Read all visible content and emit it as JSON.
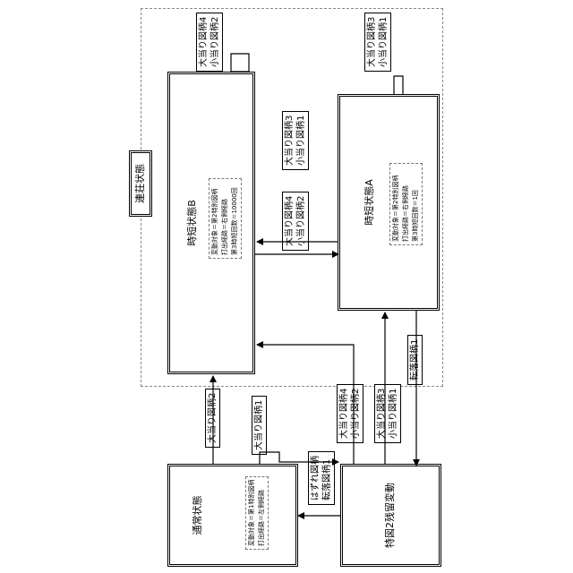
{
  "outer_region": {
    "label": "連荘状態"
  },
  "states": {
    "normal": {
      "title": "通常状態",
      "details": [
        "変動対象＝第1特別図柄",
        "打出経路＝左側経路"
      ]
    },
    "jitan_b": {
      "title": "時短状態B",
      "details": [
        "変動対象＝第2特別図柄",
        "打出経路＝右側経路",
        "第3時短回数＝10000回"
      ]
    },
    "jitan_a": {
      "title": "時短状態A",
      "details": [
        "変動対象＝第2特別図柄",
        "打出経路＝右側経路",
        "第3時短回数＝1回"
      ]
    },
    "remain": {
      "title": "特図2残留変動"
    }
  },
  "labels": {
    "normal_to_b": [
      "大当り図柄2"
    ],
    "normal_to_remain": [
      "大当り図柄1"
    ],
    "remain_to_normal": [
      "はずれ図柄",
      "転落図柄1"
    ],
    "remain_to_b": [
      "大当り図柄4",
      "小当り図柄2"
    ],
    "remain_to_a": [
      "大当り図柄3",
      "小当り図柄1"
    ],
    "b_to_a": [
      "大当り図柄3",
      "小当り図柄1"
    ],
    "a_to_b": [
      "大当り図柄4",
      "小当り図柄2"
    ],
    "b_self": [
      "大当り図柄4",
      "小当り図柄2"
    ],
    "a_self": [
      "大当り図柄3",
      "小当り図柄1"
    ],
    "a_to_remain": [
      "転落図柄1"
    ]
  }
}
